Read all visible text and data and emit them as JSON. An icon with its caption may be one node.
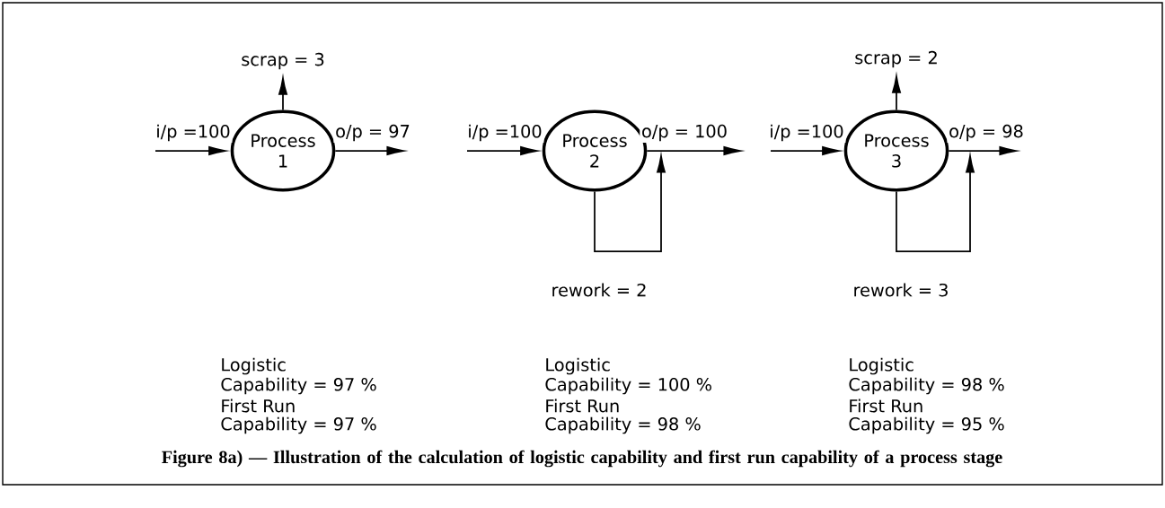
{
  "diagram": {
    "caption": "Figure 8a) — Illustration of the calculation of logistic capability and first run capability of a process stage",
    "nodes": [
      {
        "text": [
          "Process 1"
        ]
      },
      {
        "text": [
          "scrap = 3"
        ]
      },
      {
        "text": [
          "Process 2"
        ]
      },
      {
        "text": [
          "Process 3"
        ]
      },
      {
        "text": [
          "scrap = 2"
        ]
      }
    ],
    "edges": [
      {
        "from": null,
        "to": 0,
        "arrow": "to",
        "label": "i/p =100"
      },
      {
        "from": 0,
        "to": 1,
        "arrow": "to"
      },
      {
        "from": 0,
        "to": null,
        "arrow": "to",
        "label": "o/p = 97"
      },
      {
        "from": null,
        "to": 2,
        "arrow": "to",
        "label": "i/p =100"
      },
      {
        "from": 2,
        "to": null,
        "arrow": "to",
        "label": "o/p = 100"
      },
      {
        "from": 2,
        "to": null,
        "arrow": "to",
        "label": "rework = 2"
      },
      {
        "from": null,
        "to": 3,
        "arrow": "to",
        "label": "i/p =100"
      },
      {
        "from": 3,
        "to": 4,
        "arrow": "to"
      },
      {
        "from": 3,
        "to": null,
        "arrow": "to",
        "label": "o/p = 98"
      },
      {
        "from": 3,
        "to": null,
        "arrow": "to",
        "label": "rework = 3"
      }
    ],
    "labels": [
      "Logistic",
      "Capability = 97 %",
      "First Run",
      "Capability = 97 %",
      "Logistic",
      "Capability = 100 %",
      "First Run",
      "Capability = 98 %",
      "Logistic",
      "Capability = 98 %",
      "First Run",
      "Capability = 95 %"
    ]
  }
}
